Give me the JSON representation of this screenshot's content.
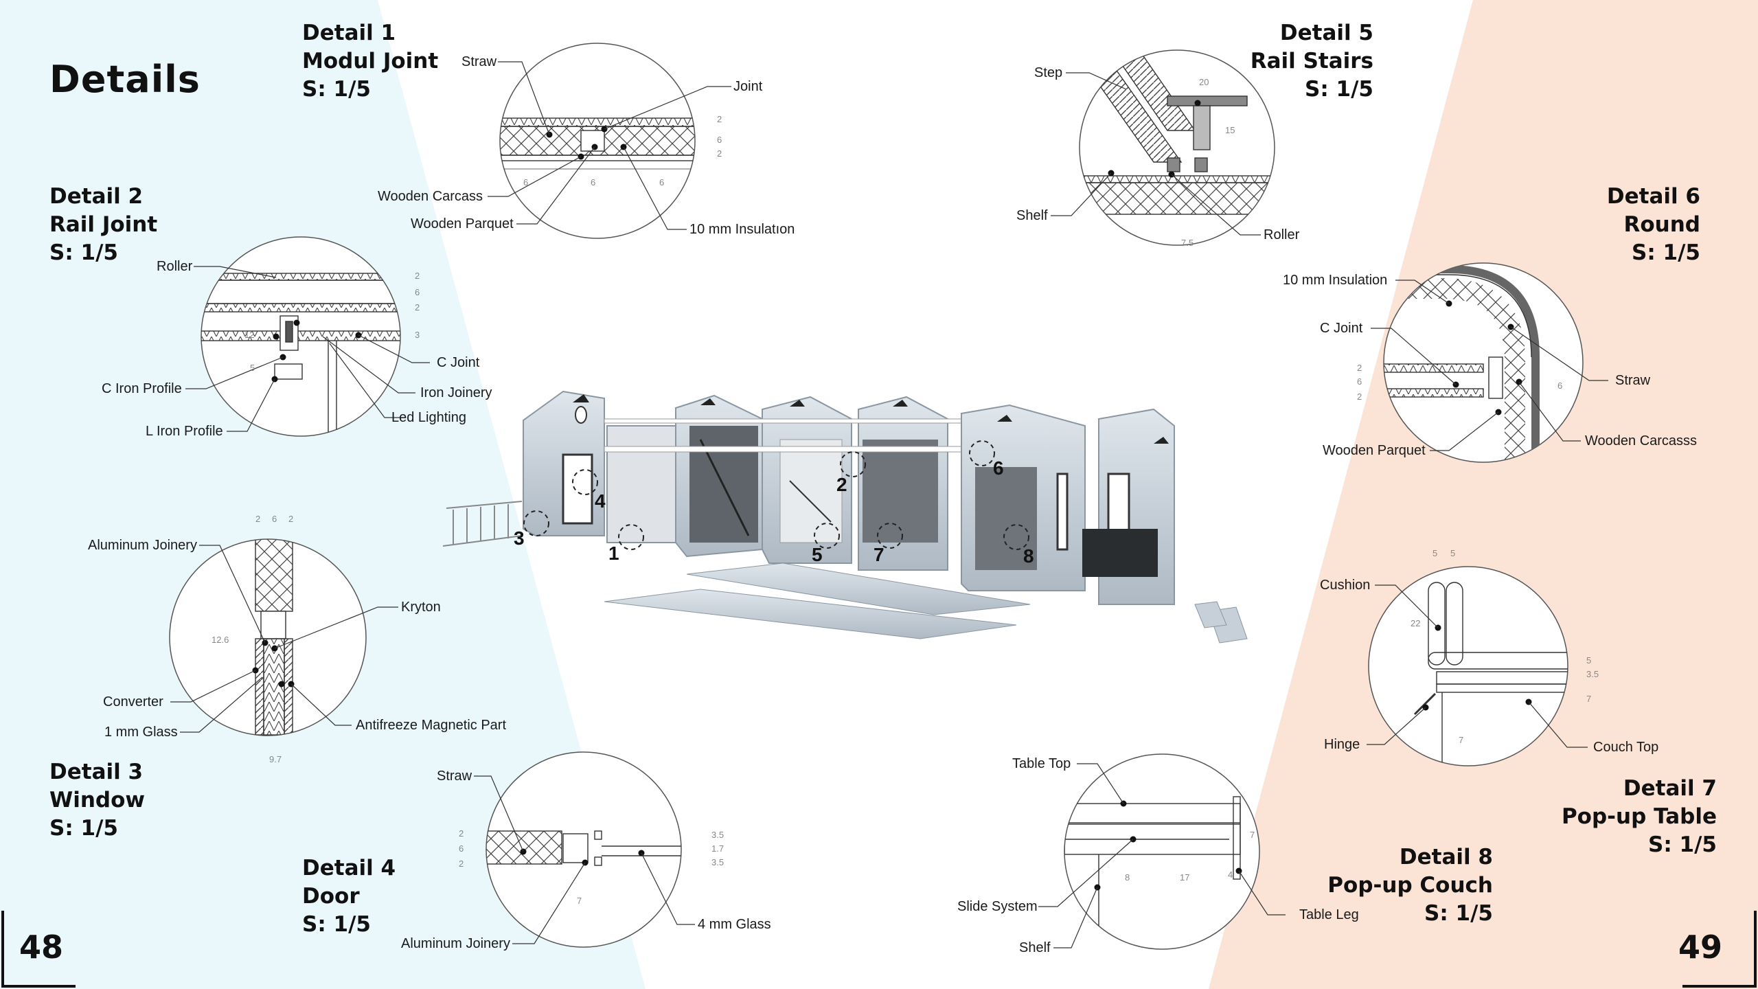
{
  "page_title": "Details",
  "pages": {
    "left": "48",
    "right": "49"
  },
  "colors": {
    "left_band": "#eaf7fb",
    "right_band": "#fbe3d6",
    "line": "#222222",
    "module": "#c9d3dc"
  },
  "details": {
    "d1": {
      "name": "Detail 1",
      "title": "Modul Joint",
      "scale": "S: 1/5",
      "labels": [
        "Straw",
        "Joint",
        "Wooden Carcass",
        "Wooden Parquet",
        "10 mm Insulatıon"
      ]
    },
    "d2": {
      "name": "Detail 2",
      "title": "Rail Joint",
      "scale": "S: 1/5",
      "labels": [
        "Roller",
        "C Joint",
        "C Iron Profile",
        "Iron Joinery",
        "Led Lighting",
        "L Iron Profile"
      ]
    },
    "d3": {
      "name": "Detail 3",
      "title": "Window",
      "scale": "S: 1/5",
      "labels": [
        "Aluminum Joinery",
        "Kryton",
        "Converter",
        "1 mm Glass",
        "Antifreeze Magnetic Part"
      ]
    },
    "d4": {
      "name": "Detail 4",
      "title": "Door",
      "scale": "S: 1/5",
      "labels": [
        "Straw",
        "Aluminum Joinery",
        "4 mm Glass"
      ]
    },
    "d5": {
      "name": "Detail 5",
      "title": "Rail Stairs",
      "scale": "S: 1/5",
      "labels": [
        "Step",
        "Shelf",
        "Roller"
      ]
    },
    "d6": {
      "name": "Detail 6",
      "title": "Round",
      "scale": "S: 1/5",
      "labels": [
        "10 mm Insulation",
        "C Joint",
        "Straw",
        "Wooden Parquet",
        "Wooden Carcasss"
      ]
    },
    "d7": {
      "name": "Detail 7",
      "title": "Pop-up Table",
      "scale": "S: 1/5",
      "labels": [
        "Cushion",
        "Hinge",
        "Couch Top"
      ]
    },
    "d8": {
      "name": "Detail 8",
      "title": "Pop-up Couch",
      "scale": "S: 1/5",
      "labels": [
        "Table Top",
        "Slide System",
        "Table Leg",
        "Shelf"
      ]
    }
  },
  "dims": {
    "d1": [
      "6",
      "6",
      "6",
      "2",
      "6",
      "2"
    ],
    "d2": [
      "2",
      "6",
      "2",
      "3",
      "12",
      "5"
    ],
    "d3": [
      "2",
      "6",
      "2",
      "12.6",
      "9.7"
    ],
    "d4": [
      "2",
      "6",
      "2",
      "7",
      "3.5",
      "1.7",
      "3.5"
    ],
    "d5": [
      "20",
      "15",
      "7.5"
    ],
    "d6": [
      "2",
      "6",
      "2",
      "6"
    ],
    "d7": [
      "5",
      "5",
      "22",
      "5",
      "3.5",
      "7",
      "7"
    ],
    "d8": [
      "8",
      "17",
      "4",
      "7"
    ]
  },
  "callouts": [
    "1",
    "2",
    "3",
    "4",
    "5",
    "6",
    "7",
    "8"
  ]
}
